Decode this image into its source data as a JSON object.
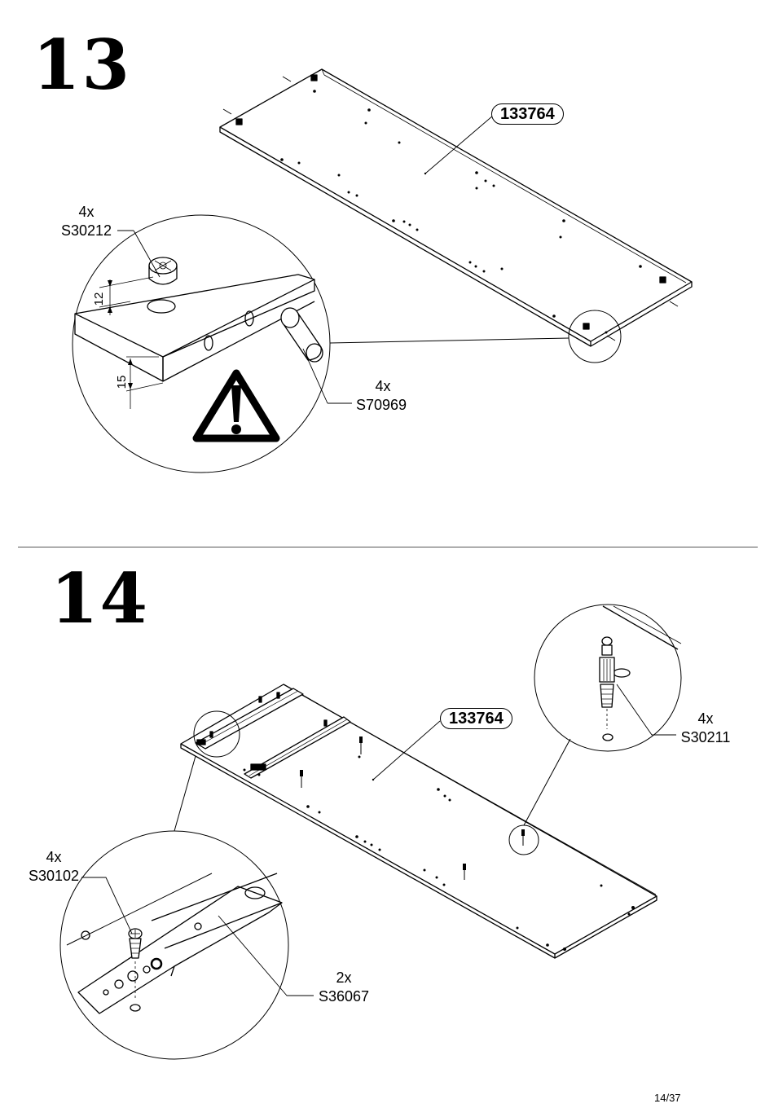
{
  "colors": {
    "ink": "#000000",
    "background": "#ffffff",
    "divider": "#555555"
  },
  "page_number": "14/37",
  "steps": [
    {
      "number": "13",
      "panel_part": "133764",
      "callouts": [
        {
          "qty": "4x",
          "code": "S30212"
        },
        {
          "qty": "4x",
          "code": "S70969"
        }
      ],
      "dimensions": [
        "12",
        "15"
      ],
      "warning_icon": "warning-icon"
    },
    {
      "number": "14",
      "panel_part": "133764",
      "callouts": [
        {
          "qty": "4x",
          "code": "S30211"
        },
        {
          "qty": "4x",
          "code": "S30102"
        },
        {
          "qty": "2x",
          "code": "S36067"
        }
      ]
    }
  ]
}
